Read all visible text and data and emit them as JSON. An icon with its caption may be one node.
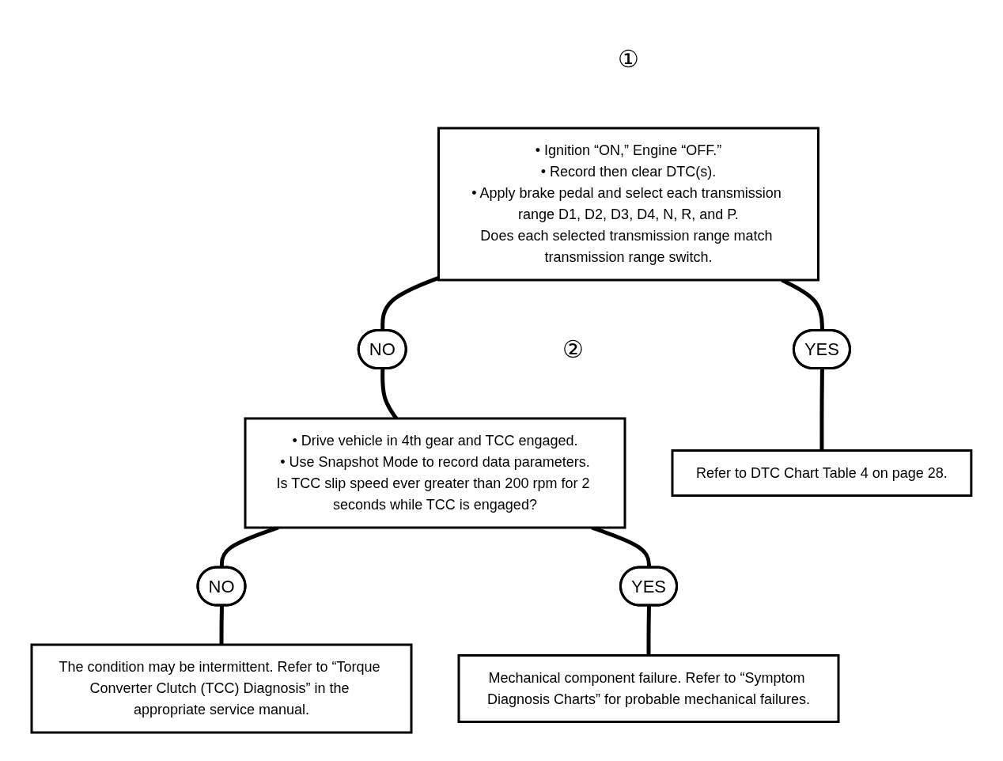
{
  "diagram": {
    "nodes": [
      {
        "text": [
          "• Ignition “ON,” Engine “OFF.”",
          "• Record then clear DTC(s).",
          "• Apply brake pedal and select each transmission range D1, D2, D3, D4, N, R, and P.",
          "Does each selected transmission range match transmission range switch."
        ],
        "beside": [
          "①"
        ]
      },
      {
        "text": [
          "NO"
        ]
      },
      {
        "text": [
          "YES"
        ]
      },
      {
        "text": [
          "• Drive vehicle in 4th gear and TCC engaged.",
          "• Use Snapshot Mode to record data parameters.",
          "Is TCC slip speed ever greater than 200 rpm for 2 seconds while TCC is engaged?"
        ],
        "beside": [
          "②"
        ]
      },
      {
        "text": [
          "Refer to DTC Chart Table 4 on page 28."
        ]
      },
      {
        "text": [
          "NO"
        ]
      },
      {
        "text": [
          "YES"
        ]
      },
      {
        "text": [
          "The condition may be intermittent. Refer to “Torque Converter Clutch (TCC) Diagnosis” in the appropriate service manual."
        ]
      },
      {
        "text": [
          "Mechanical component failure. Refer to “Symptom Diagnosis Charts” for probable mechanical failures."
        ]
      }
    ],
    "edges": [
      {
        "from": 0,
        "to": 1,
        "arrow": "none"
      },
      {
        "from": 0,
        "to": 2,
        "arrow": "none"
      },
      {
        "from": 1,
        "to": 3,
        "arrow": "none"
      },
      {
        "from": 2,
        "to": 4,
        "arrow": "none"
      },
      {
        "from": 3,
        "to": 5,
        "arrow": "none"
      },
      {
        "from": 3,
        "to": 6,
        "arrow": "none"
      },
      {
        "from": 5,
        "to": 7,
        "arrow": "none"
      },
      {
        "from": 6,
        "to": 8,
        "arrow": "none"
      }
    ]
  }
}
